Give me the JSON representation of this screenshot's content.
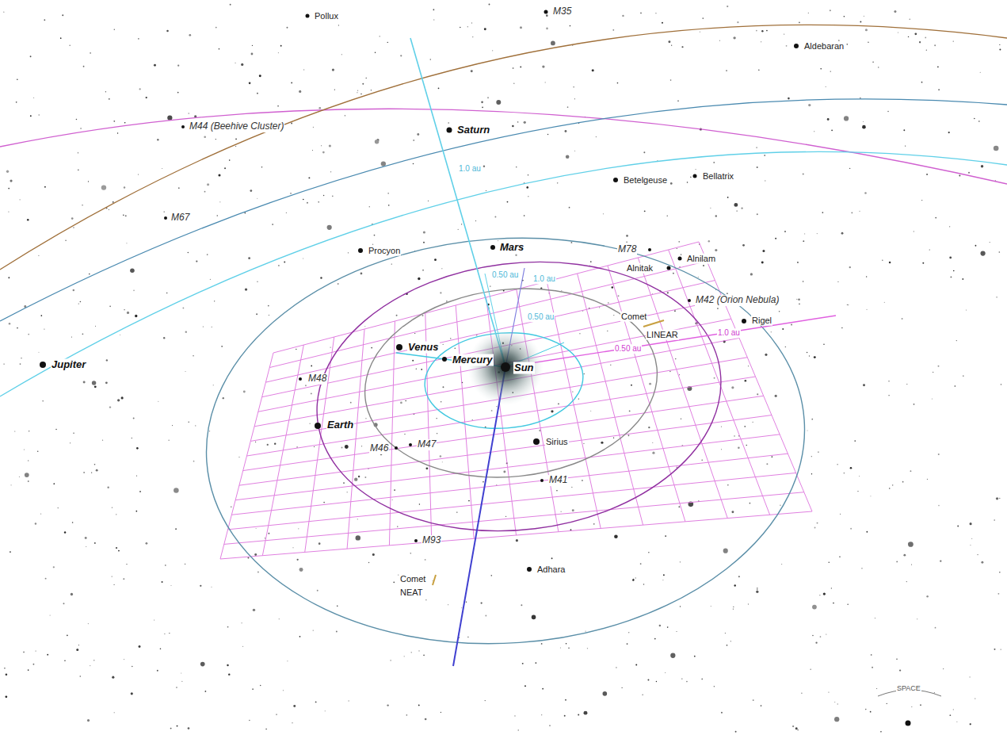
{
  "diagram": {
    "labels": [
      "Pollux",
      "M35",
      "Aldebaran",
      "M44 (Beehive Cluster)",
      "Saturn",
      "1.0 au",
      "Betelgeuse",
      "Bellatrix",
      "M67",
      "Procyon",
      "Mars",
      "M78",
      "Alnitak",
      "Alnilam",
      "M42 (Orion Nebula)",
      "Rigel",
      "Comet",
      "LINEAR",
      "0.50 au",
      "1.0 au",
      "0.50 au",
      "0.50 au",
      "1.0 au",
      "Venus",
      "Mercury",
      "Sun",
      "Jupiter",
      "M48",
      "Earth",
      "M46",
      "M47",
      "Sirius",
      "M41",
      "M93",
      "Adhara",
      "Comet",
      "NEAT",
      "SPACE"
    ]
  }
}
